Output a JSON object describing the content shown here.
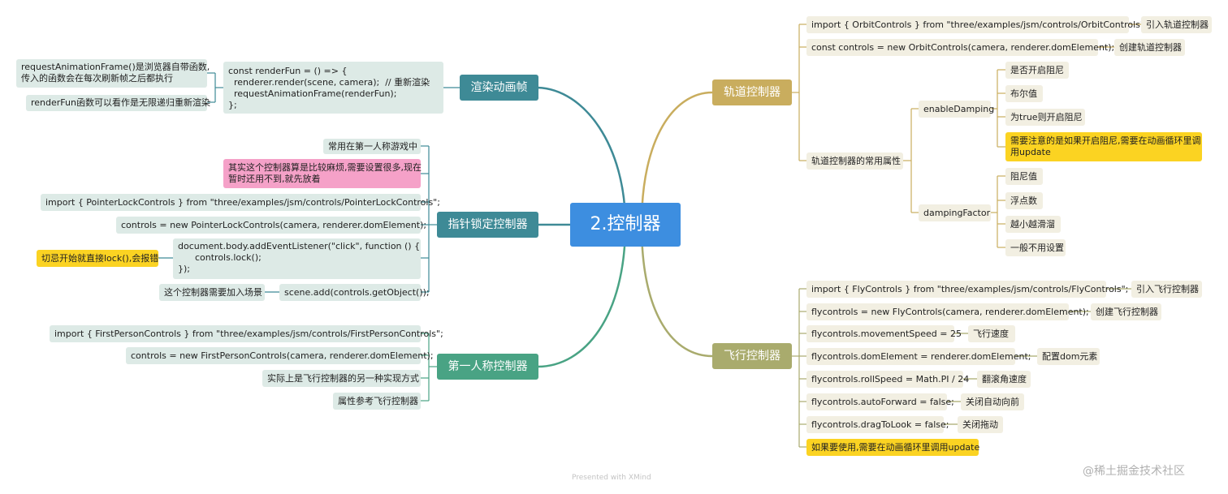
{
  "root": "2.控制器",
  "colors": {
    "teal": "#3e8a96",
    "green": "#49a384",
    "gold": "#c9ad5e",
    "olive": "#a9ab6d",
    "root": "#3d8ee0"
  },
  "left": {
    "render": {
      "title": "渲染动画帧",
      "code": "const renderFun = () => {\n  renderer.render(scene, camera);  // 重新渲染\n  requestAnimationFrame(renderFun);\n};",
      "note1": "requestAnimationFrame()是浏览器自带函数,\n传入的函数会在每次刷新帧之后都执行",
      "note2": "renderFun函数可以看作是无限递归重新渲染"
    },
    "pointer": {
      "title": "指针锁定控制器",
      "items": [
        "常用在第一人称游戏中",
        "其实这个控制器算是比较麻烦,需要设置很多,现在\n暂时还用不到,就先放着",
        "import { PointerLockControls } from \"three/examples/jsm/controls/PointerLockControls\";",
        "controls = new PointerLockControls(camera, renderer.domElement);",
        "document.body.addEventListener(\"click\", function () {\n      controls.lock();\n});",
        "scene.add(controls.getObject());"
      ],
      "warn": "切忌开始就直接lock(),会报错",
      "scene_note": "这个控制器需要加入场景"
    },
    "first": {
      "title": "第一人称控制器",
      "items": [
        "import { FirstPersonControls } from \"three/examples/jsm/controls/FirstPersonControls\";",
        "controls = new FirstPersonControls(camera, renderer.domElement);",
        "实际上是飞行控制器的另一种实现方式",
        "属性参考飞行控制器"
      ]
    }
  },
  "right": {
    "orbit": {
      "title": "轨道控制器",
      "import": "import { OrbitControls } from \"three/examples/jsm/controls/OrbitControls\";",
      "import_note": "引入轨道控制器",
      "create": "const controls = new OrbitControls(camera, renderer.domElement);",
      "create_note": "创建轨道控制器",
      "props": "轨道控制器的常用属性",
      "enable": "enableDamping",
      "enable_items": [
        "是否开启阻尼",
        "布尔值",
        "为true则开启阻尼",
        "需要注意的是如果开启阻尼,需要在动画循环里调\n用update"
      ],
      "factor": "dampingFactor",
      "factor_items": [
        "阻尼值",
        "浮点数",
        "越小越滑溜",
        "一般不用设置"
      ]
    },
    "fly": {
      "title": "飞行控制器",
      "rows": [
        {
          "code": "import { FlyControls } from \"three/examples/jsm/controls/FlyControls\";",
          "note": "引入飞行控制器"
        },
        {
          "code": "flycontrols = new FlyControls(camera, renderer.domElement);",
          "note": "创建飞行控制器"
        },
        {
          "code": "flycontrols.movementSpeed = 25",
          "note": "飞行速度"
        },
        {
          "code": "flycontrols.domElement = renderer.domElement;",
          "note": "配置dom元素"
        },
        {
          "code": "flycontrols.rollSpeed = Math.PI / 24",
          "note": "翻滚角速度"
        },
        {
          "code": "flycontrols.autoForward = false;",
          "note": "关闭自动向前"
        },
        {
          "code": "flycontrols.dragToLook = false;",
          "note": "关闭拖动"
        }
      ],
      "last": "如果要使用,需要在动画循环里调用update"
    }
  },
  "footer": "Presented with XMind",
  "watermark": "@稀土掘金技术社区"
}
